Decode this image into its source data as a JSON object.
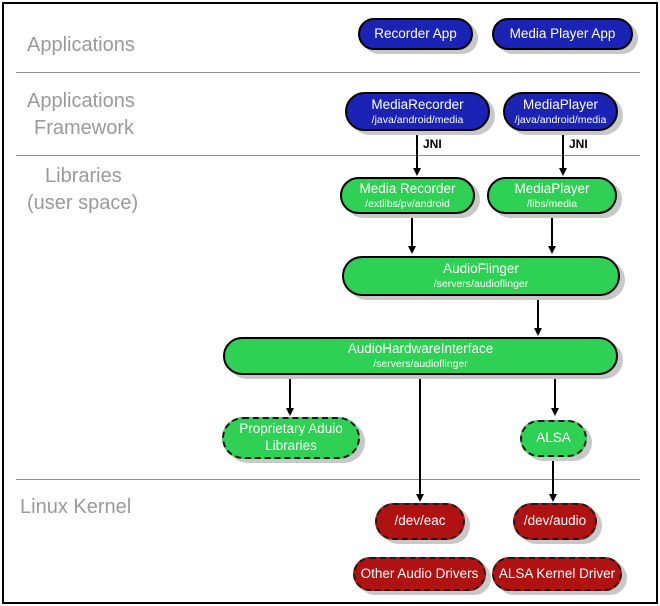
{
  "diagram": {
    "sections": [
      {
        "id": "applications",
        "label_lines": [
          "Applications"
        ]
      },
      {
        "id": "applications_framework",
        "label_lines": [
          "Applications",
          "Framework"
        ]
      },
      {
        "id": "libraries_user_space",
        "label_lines": [
          "Libraries",
          "(user space)"
        ]
      },
      {
        "id": "linux_kernel",
        "label_lines": [
          "Linux Kernel"
        ]
      }
    ],
    "nodes": {
      "recorder_app": {
        "title": "Recorder App"
      },
      "media_player_app": {
        "title": "Media Player App"
      },
      "media_recorder_fw": {
        "title": "MediaRecorder",
        "subtitle": "/java/android/media"
      },
      "media_player_fw": {
        "title": "MediaPlayer",
        "subtitle": "/java/android/media"
      },
      "media_recorder_lib": {
        "title": "Media Recorder",
        "subtitle": "/extlibs/pv/android"
      },
      "media_player_lib": {
        "title": "MediaPlayer",
        "subtitle": "/libs/media"
      },
      "audioflinger": {
        "title": "AudioFlinger",
        "subtitle": "/servers/audioflinger"
      },
      "audio_hardware_interface": {
        "title": "AudioHardwareInterface",
        "subtitle": "/servers/audioflinger"
      },
      "proprietary_audio_libraries": {
        "title_lines": [
          "Proprietary Aduio",
          "Libraries"
        ]
      },
      "alsa": {
        "title": "ALSA"
      },
      "dev_eac": {
        "title": "/dev/eac"
      },
      "dev_audio": {
        "title": "/dev/audio"
      },
      "other_audio_drivers": {
        "title": "Other Audio Drivers"
      },
      "alsa_kernel_driver": {
        "title": "ALSA Kernel Driver"
      }
    },
    "edge_labels": {
      "jni_left": "JNI",
      "jni_right": "JNI"
    },
    "colors": {
      "app_node": "#1a23b4",
      "library_node": "#2ed154",
      "kernel_node": "#b01111",
      "node_text": "#ffffff",
      "section_label": "#9a9a9a",
      "divider": "#8c8c8c",
      "shadow": "#c8c8c8",
      "connector": "#000000"
    }
  }
}
